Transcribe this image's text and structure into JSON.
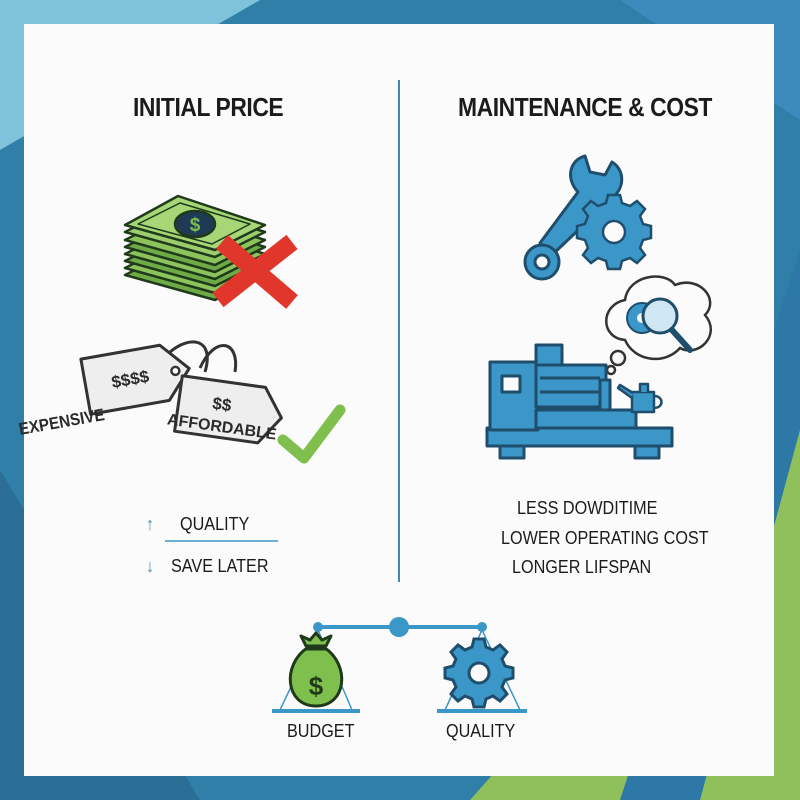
{
  "left": {
    "heading": "INITIAL PRICE",
    "tag_expensive": {
      "price": "$$$$",
      "label": "EXPENSIVE"
    },
    "tag_affordable": {
      "price": "$$",
      "label": "AFFORDABLE"
    },
    "bill_symbol": "$",
    "points": [
      "QUALITY",
      "SAVE LATER"
    ],
    "arrow_up": "↑",
    "arrow_down": "↓"
  },
  "right": {
    "heading": "MAINTENANCE & COST",
    "benefits": [
      "LESS DOWDITIME",
      "LOWER OPERATING COST",
      "LONGER LIFSPAN"
    ]
  },
  "balance": {
    "left_label": "BUDGET",
    "right_label": "QUALITY",
    "bag_symbol": "$"
  },
  "colors": {
    "green": "#7fbf4d",
    "blue": "#3c97c9",
    "navy": "#1f4e6d",
    "red": "#e0362c",
    "background_blue": "#2f7fa8"
  },
  "icons": [
    "money-stack-icon",
    "red-x-icon",
    "price-tag-icon",
    "checkmark-icon",
    "wrench-icon",
    "gear-icon",
    "machine-icon",
    "thought-bubble-icon",
    "magnifier-icon",
    "oil-can-icon",
    "balance-scale-icon",
    "money-bag-icon"
  ]
}
